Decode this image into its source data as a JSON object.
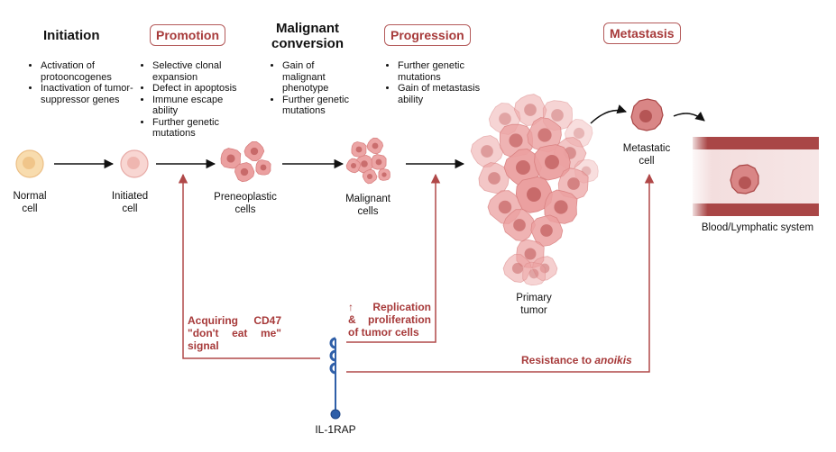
{
  "stages": [
    {
      "id": "initiation",
      "label": "Initiation",
      "boxed": false
    },
    {
      "id": "promotion",
      "label": "Promotion",
      "boxed": true
    },
    {
      "id": "malignant-conversion",
      "label_lines": [
        "Malignant",
        "conversion"
      ],
      "boxed": false
    },
    {
      "id": "progression",
      "label": "Progression",
      "boxed": true
    },
    {
      "id": "metastasis",
      "label": "Metastasis",
      "boxed": true
    }
  ],
  "bullets": {
    "initiation": [
      "Activation of protooncogenes",
      "Inactivation of tumor-suppressor genes"
    ],
    "promotion": [
      "Selective clonal expansion",
      "Defect in apoptosis",
      "Immune escape ability",
      "Further genetic mutations"
    ],
    "malignant_conversion": [
      "Gain of malignant phenotype",
      "Further genetic mutations"
    ],
    "progression": [
      "Further genetic mutations",
      "Gain of metastasis ability"
    ]
  },
  "cells": {
    "normal": [
      "Normal",
      "cell"
    ],
    "initiated": [
      "Initiated",
      "cell"
    ],
    "preneoplastic": [
      "Preneoplastic",
      "cells"
    ],
    "malignant": [
      "Malignant",
      "cells"
    ],
    "primary_tumor": [
      "Primary",
      "tumor"
    ],
    "metastatic": [
      "Metastatic",
      "cell"
    ],
    "blood": "Blood/Lymphatic system"
  },
  "il1rap_effects": {
    "cd47": [
      "Acquiring CD47",
      "\"don't eat me\"",
      "signal"
    ],
    "replication_arrow": "↑",
    "replication": [
      "Replication",
      "& proliferation",
      "of tumor cells"
    ],
    "anoikis_prefix": "Resistance to ",
    "anoikis_emph": "anoikis"
  },
  "receptor_label": "IL-1RAP",
  "colors": {
    "accent_red": "#a73a3a",
    "line_red": "#b04848",
    "cell_pink": "#eba0a0",
    "nucleus": "#c86a6a",
    "normal_cell": "#f5d6a8",
    "receptor_blue": "#2f5fa8"
  }
}
